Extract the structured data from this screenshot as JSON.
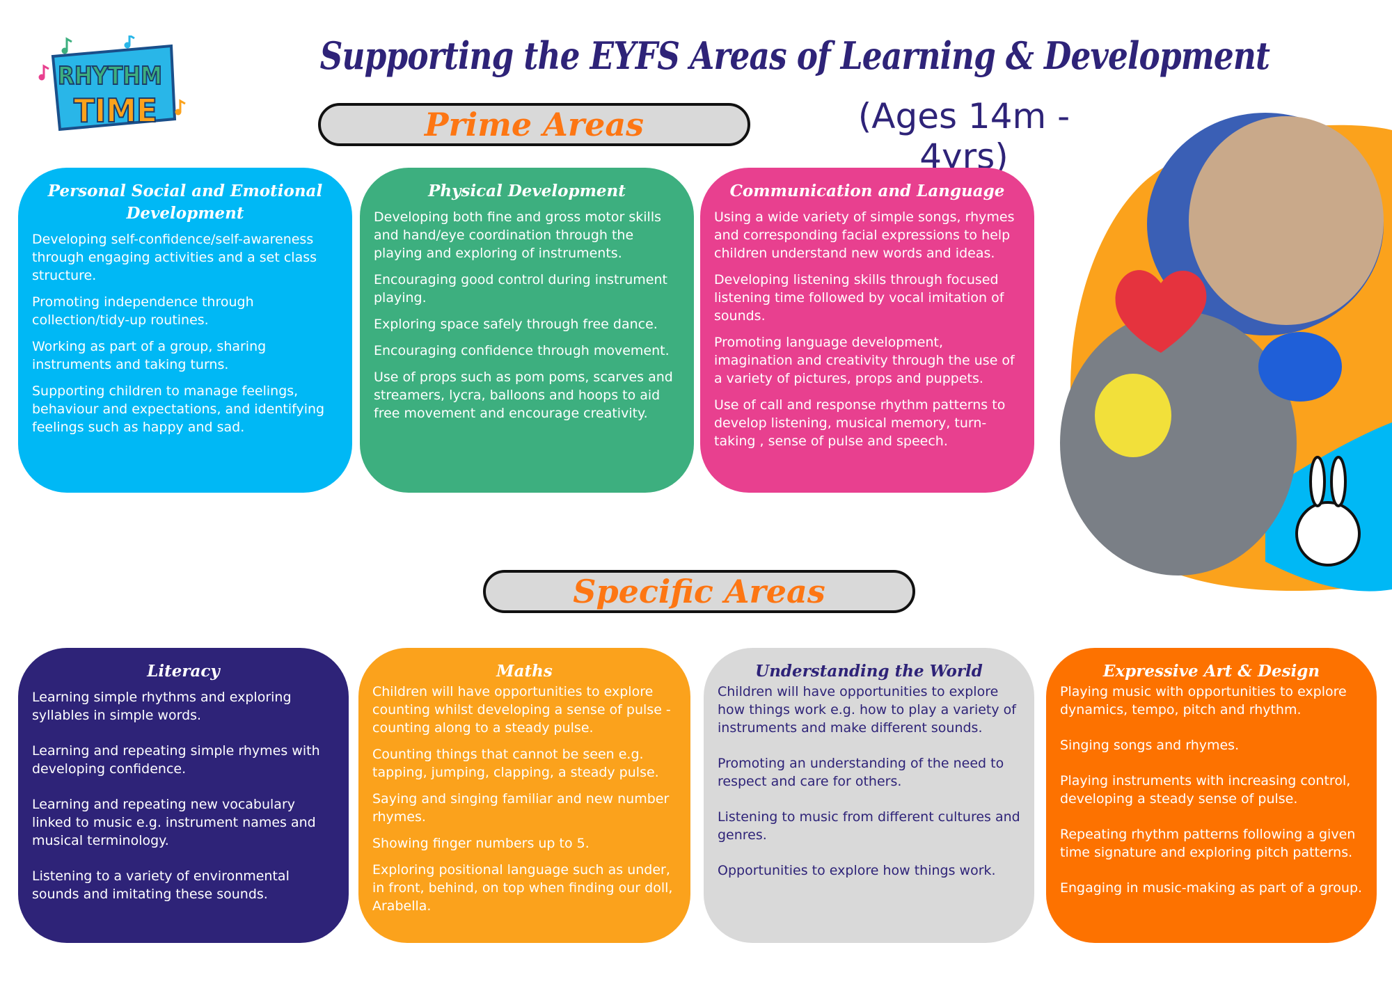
{
  "logo": {
    "text": "RHYTHM TIME"
  },
  "title": "Supporting the EYFS Areas of Learning & Development",
  "ages": "(Ages 14m - 4yrs)",
  "prime_label": "Prime Areas",
  "specific_label": "Specific Areas",
  "colors": {
    "title": "#2e2378",
    "orange": "#fd7613",
    "psed": "#00b8f5",
    "physical": "#3daf7f",
    "communication": "#e8408f",
    "literacy": "#2e2378",
    "maths": "#fba21c",
    "world": "#d9d9d9",
    "expressive": "#fd7200"
  },
  "prime": [
    {
      "title": "Personal Social and Emotional Development",
      "items": [
        "Developing self-confidence/self-awareness through engaging activities and a set class structure.",
        "Promoting independence through collection/tidy-up routines.",
        "Working as part of a group, sharing instruments and taking turns.",
        "Supporting children to manage feelings, behaviour and expectations, and identifying feelings such as happy and sad."
      ]
    },
    {
      "title": "Physical Development",
      "items": [
        "Developing both fine and gross motor skills and hand/eye coordination through the playing and exploring of instruments.",
        "Encouraging good control during instrument playing.",
        "Exploring space safely through free dance.",
        "Encouraging confidence through movement.",
        "Use of props such as pom poms, scarves and streamers, lycra, balloons and hoops to aid free movement and encourage creativity."
      ]
    },
    {
      "title": "Communication and Language",
      "items": [
        "Using a wide variety of simple songs, rhymes and corresponding facial expressions to help children understand new words and ideas.",
        "Developing listening skills through focused listening time followed by vocal imitation of sounds.",
        "Promoting language development, imagination and creativity through the use of a variety of pictures, props and puppets.",
        "Use of call and response rhythm patterns to develop listening, musical memory, turn-taking , sense of pulse and speech."
      ]
    }
  ],
  "specific": [
    {
      "title": "Literacy",
      "items": [
        "Learning simple rhythms and exploring syllables in simple words.",
        "Learning and repeating simple rhymes with developing confidence.",
        "Learning and repeating new vocabulary linked to music e.g. instrument names and musical terminology.",
        "Listening to a variety of environmental sounds and imitating these sounds."
      ]
    },
    {
      "title": "Maths",
      "items": [
        "Children will have opportunities to explore counting whilst developing a sense of pulse - counting along to a steady pulse.",
        "Counting things that cannot be seen e.g. tapping, jumping, clapping, a steady pulse.",
        "Saying and singing familiar and new number rhymes.",
        "Showing finger numbers up to 5.",
        "Exploring positional language such as under, in front, behind, on top when finding our doll, Arabella."
      ]
    },
    {
      "title": "Understanding the World",
      "items": [
        "Children will have opportunities to explore how things work e.g. how to play a variety of instruments and make different sounds.",
        "Promoting an understanding of the need to respect and care for others.",
        "Listening to music from different cultures and genres.",
        "Opportunities to explore how things work."
      ]
    },
    {
      "title": "Expressive Art & Design",
      "items": [
        "Playing music with  opportunities to explore dynamics, tempo, pitch and rhythm.",
        "Singing songs and rhymes.",
        "Playing instruments with increasing control, developing a steady sense of pulse.",
        "Repeating rhythm patterns following a given time signature and exploring pitch patterns.",
        "Engaging in music-making as part of a group."
      ]
    }
  ]
}
